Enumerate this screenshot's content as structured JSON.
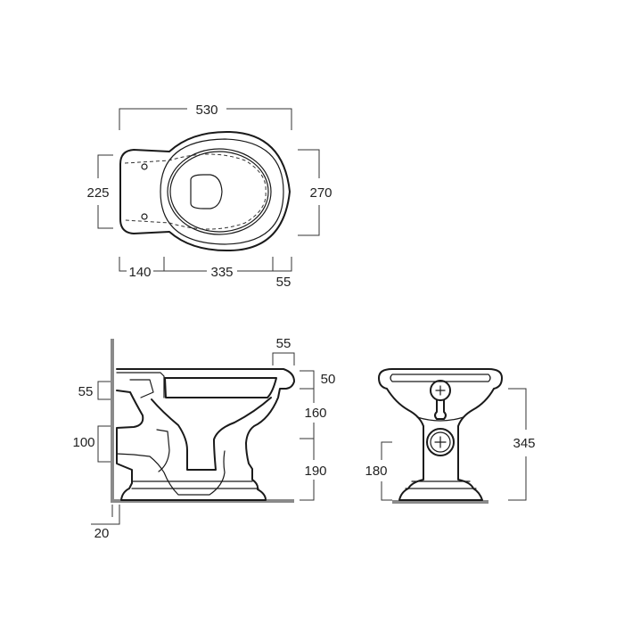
{
  "top_view": {
    "overall_width": "530",
    "depth_rear": "225",
    "depth_front": "270",
    "rear_segment": "140",
    "bowl_segment": "335",
    "front_segment": "55"
  },
  "side_view": {
    "rim_overhang": "55",
    "rim_height": "50",
    "inlet_height": "55",
    "outlet_height": "100",
    "bowl_body": "160",
    "base_height": "190",
    "wall_gap": "20"
  },
  "front_view": {
    "overall_height": "345",
    "outlet_center_height": "180"
  },
  "colors": {
    "ink": "#1a1a1a",
    "dimension": "#333333",
    "wall": "#8a8a8a"
  }
}
